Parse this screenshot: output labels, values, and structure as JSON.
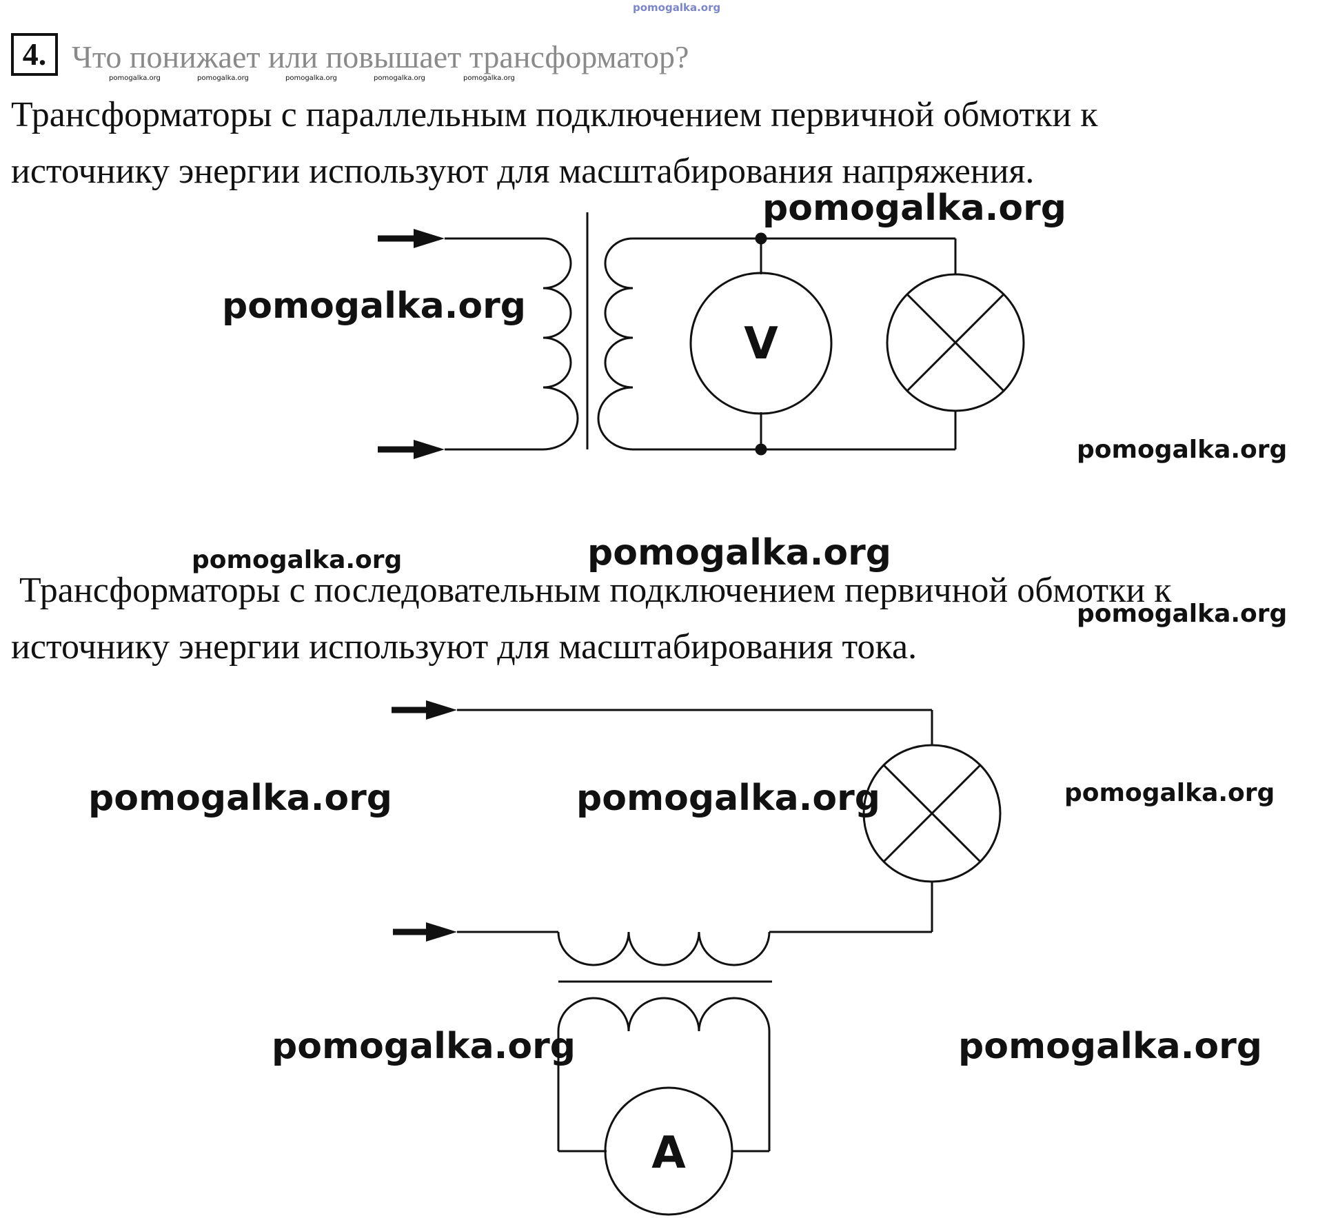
{
  "question": {
    "number": "4.",
    "text": "Что понижает или повышает трансформатор?"
  },
  "paragraphs": {
    "p1_line1": "Трансформаторы с параллельным подключением первичной обмотки к",
    "p1_line2": "источнику энергии используют для масштабирования напряжения.",
    "p2_line1": "Трансформаторы с последовательным подключением первичной обмотки к",
    "p2_line2": "источнику энергии используют для масштабирования тока."
  },
  "diagram1": {
    "meter_label": "V"
  },
  "diagram2": {
    "meter_label": "A"
  },
  "watermark": {
    "text": "pomogalka.org"
  }
}
